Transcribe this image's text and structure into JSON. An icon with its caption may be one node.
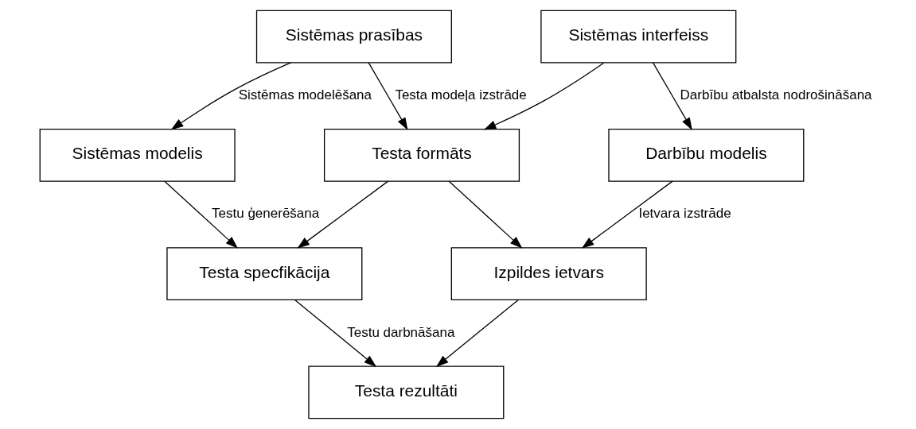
{
  "diagram": {
    "nodes": [
      {
        "text": [
          "Sistēmas prasības"
        ]
      },
      {
        "text": [
          "Sistēmas interfeiss"
        ]
      },
      {
        "text": [
          "Sistēmas modelis"
        ]
      },
      {
        "text": [
          "Testa formāts"
        ]
      },
      {
        "text": [
          "Darbību modelis"
        ]
      },
      {
        "text": [
          "Testa specfikācija"
        ]
      },
      {
        "text": [
          "Izpildes ietvars"
        ]
      },
      {
        "text": [
          "Testa rezultāti"
        ]
      }
    ],
    "edges": [
      {
        "from": 0,
        "to": 2,
        "arrow": "to",
        "label": "Sistēmas modelēšana"
      },
      {
        "from": 0,
        "to": 3,
        "arrow": "to",
        "label": "Testa modeļa izstrāde"
      },
      {
        "from": 1,
        "to": 3,
        "arrow": "to"
      },
      {
        "from": 1,
        "to": 4,
        "arrow": "to",
        "label": "Darbību atbalsta nodrošināšana"
      },
      {
        "from": 2,
        "to": 5,
        "arrow": "to",
        "label": "Testu ģenerēšana"
      },
      {
        "from": 3,
        "to": 5,
        "arrow": "to"
      },
      {
        "from": 3,
        "to": 6,
        "arrow": "to"
      },
      {
        "from": 4,
        "to": 6,
        "arrow": "to",
        "label": "Ietvara izstrāde"
      },
      {
        "from": 5,
        "to": 7,
        "arrow": "to",
        "label": "Testu darbnāšana"
      },
      {
        "from": 6,
        "to": 7,
        "arrow": "to"
      }
    ]
  }
}
